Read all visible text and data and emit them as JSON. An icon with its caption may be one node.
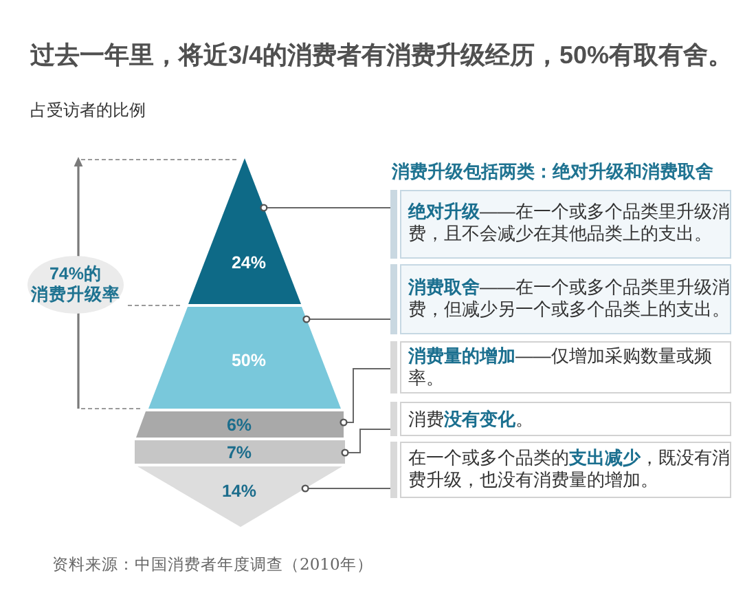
{
  "diagram": {
    "title": "过去一年里，将近3/4的消费者有消费升级经历，50%有取有舍。",
    "caption": "资料来源：中国消费者年度调查（2010年）",
    "nodes": [
      {
        "text": [
          "74%的消费升级率"
        ]
      },
      {
        "text": [
          "24%"
        ]
      },
      {
        "text": [
          "50%"
        ]
      },
      {
        "text": [
          "6%"
        ]
      },
      {
        "text": [
          "7%"
        ]
      },
      {
        "text": [
          "14%"
        ]
      },
      {
        "text": [
          "**绝对升级**——在一个或多个品类里升级消费，且不会减少在其他品类上的支出。"
        ]
      },
      {
        "text": [
          "**消费取舍**——在一个或多个品类里升级消费，但减少另一个或多个品类上的支出。"
        ]
      },
      {
        "text": [
          "**消费量的增加**——仅增加采购数量或频率。"
        ]
      },
      {
        "text": [
          "消费**没有变化**。"
        ]
      },
      {
        "text": [
          "在一个或多个品类的**支出减少**，既没有消费升级，也没有消费量的增加。"
        ]
      }
    ],
    "edges": [
      {
        "from": 1,
        "to": 6,
        "arrow": "other"
      },
      {
        "from": 2,
        "to": 7,
        "arrow": "other"
      },
      {
        "from": 3,
        "to": 8,
        "arrow": "other"
      },
      {
        "from": 4,
        "to": 9,
        "arrow": "other"
      },
      {
        "from": 5,
        "to": 10,
        "arrow": "other"
      }
    ],
    "labels": [
      "占受访者的比例",
      "消费升级包括两类：绝对升级和消费取舍"
    ]
  }
}
